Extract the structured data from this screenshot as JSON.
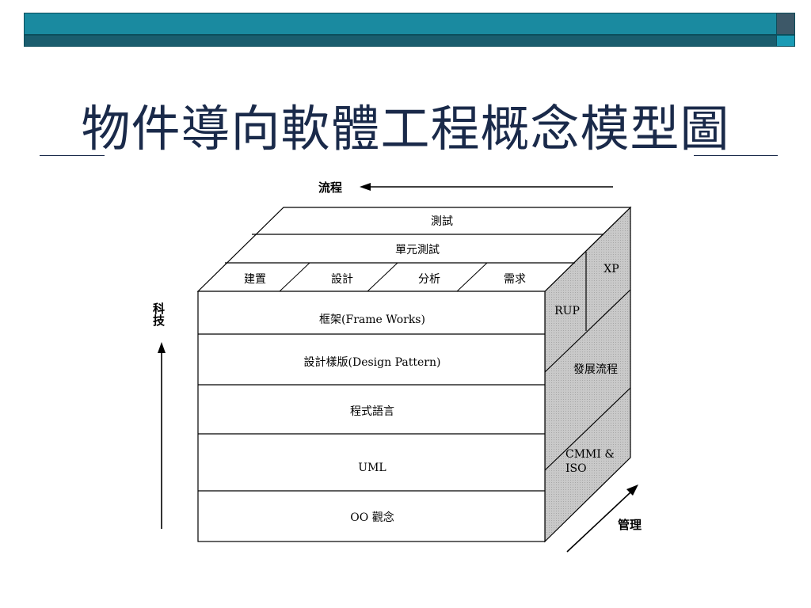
{
  "slide": {
    "title": "物件導向軟體工程概念模型圖"
  },
  "diagram": {
    "axes": {
      "process_label": "流程",
      "technology_label": "科技",
      "management_label": "管理"
    },
    "top": {
      "layer1": "測試",
      "layer2": "單元測試",
      "cells": [
        "建置",
        "設計",
        "分析",
        "需求"
      ]
    },
    "front_layers": [
      "框架(Frame Works)",
      "設計樣版(Design Pattern)",
      "程式語言",
      "UML",
      "OO 觀念"
    ],
    "side": {
      "xp": "XP",
      "rup": "RUP",
      "dev_process": "發展流程",
      "cmmi_line1": "CMMI &",
      "cmmi_line2": "ISO"
    }
  }
}
